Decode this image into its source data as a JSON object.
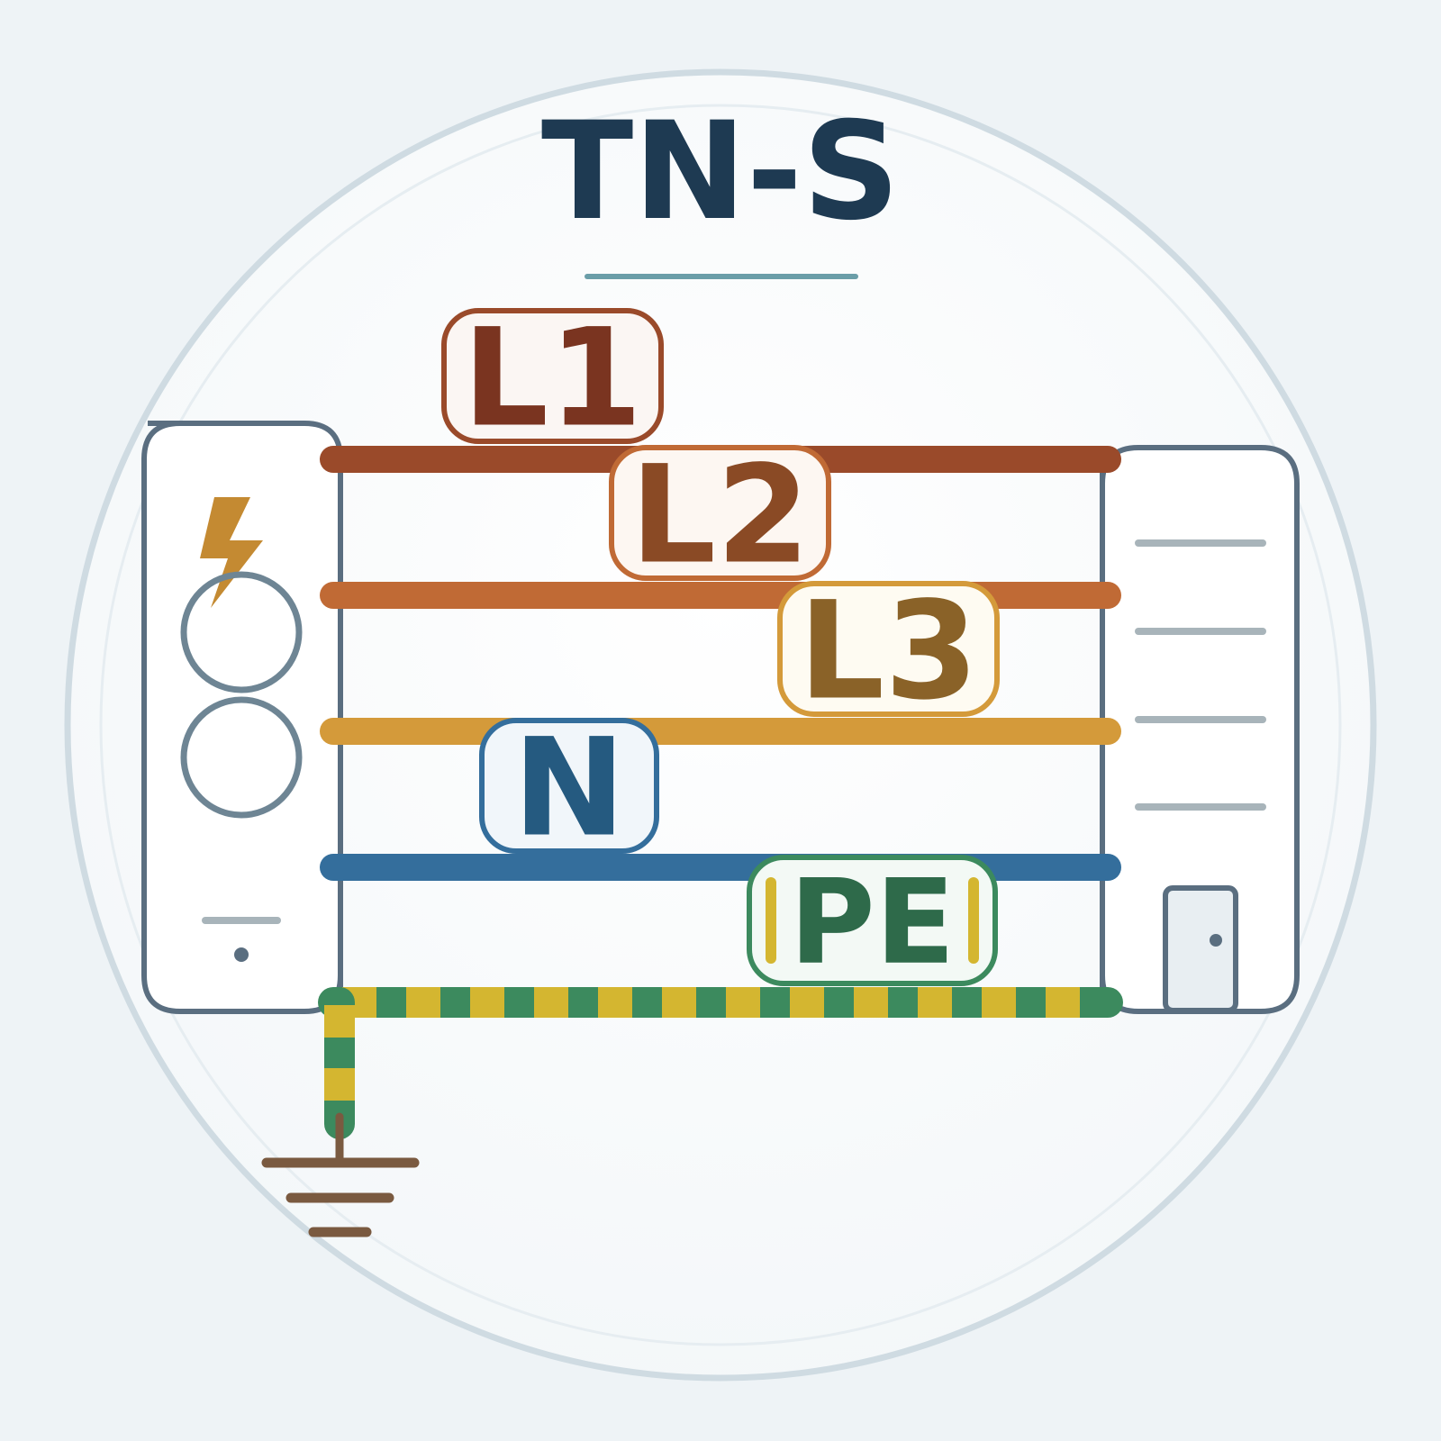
{
  "title": "TN-S",
  "conductors": [
    {
      "id": "l1",
      "label": "L1",
      "color": "#9a4a2a",
      "text_color": "#7a3420",
      "border_color": "#9a4a2a"
    },
    {
      "id": "l2",
      "label": "L2",
      "color": "#c06a35",
      "text_color": "#8a4a25",
      "border_color": "#c06a35"
    },
    {
      "id": "l3",
      "label": "L3",
      "color": "#d49a3a",
      "text_color": "#8a6228",
      "border_color": "#d49a3a"
    },
    {
      "id": "n",
      "label": "N",
      "color": "#346e9c",
      "text_color": "#255a80",
      "border_color": "#346e9c"
    },
    {
      "id": "pe",
      "label": "PE",
      "color": "#3c8a5e",
      "stripe_color": "#d4b630",
      "text_color": "#2e6a4a",
      "border_color": "#3c8a5e"
    }
  ],
  "icons": {
    "source": "transformer-source-icon",
    "lightning": "lightning-bolt-icon",
    "building": "building-icon",
    "door": "door-icon",
    "ground": "earth-ground-icon"
  },
  "colors": {
    "title": "#1e3a52",
    "outline": "#5a6e80",
    "accent_line": "#6a9ea8",
    "ground": "#7a5a40",
    "lightning": "#c48a32"
  }
}
